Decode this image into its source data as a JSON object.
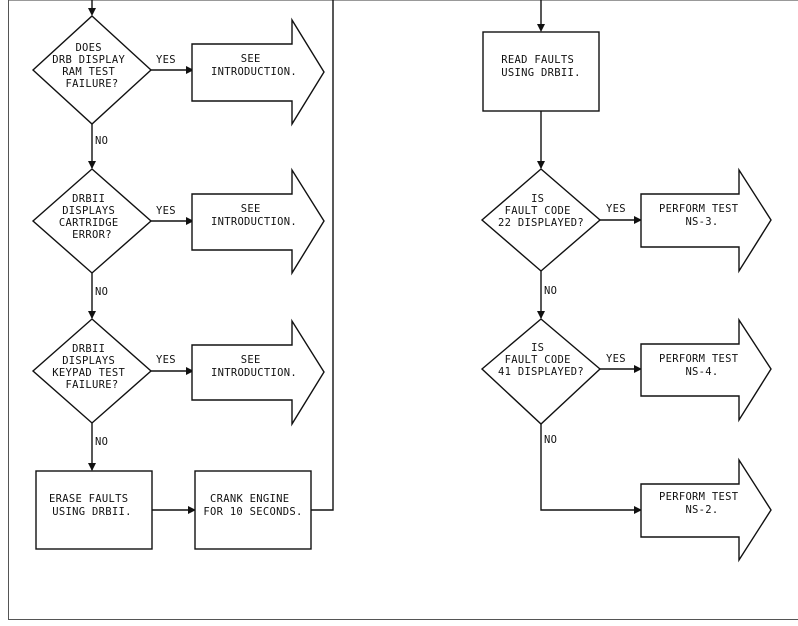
{
  "left": {
    "d1": [
      "DOES",
      "DRB DISPLAY",
      "RAM TEST",
      "FAILURE?"
    ],
    "d2": [
      "DRBII",
      "DISPLAYS",
      "CARTRIDGE",
      "ERROR?"
    ],
    "d3": [
      "DRBII",
      "DISPLAYS",
      "KEYPAD TEST",
      "FAILURE?"
    ],
    "a1": [
      "SEE",
      "INTRODUCTION."
    ],
    "a2": [
      "SEE",
      "INTRODUCTION."
    ],
    "a3": [
      "SEE",
      "INTRODUCTION."
    ],
    "box_erase": [
      "ERASE FAULTS",
      "USING DRBII."
    ],
    "box_crank": [
      "CRANK ENGINE",
      "FOR 10 SECONDS."
    ]
  },
  "right": {
    "box_read": [
      "READ FAULTS",
      "USING DRBII."
    ],
    "d1": [
      "IS",
      "FAULT CODE",
      "22 DISPLAYED?"
    ],
    "d2": [
      "IS",
      "FAULT CODE",
      "41 DISPLAYED?"
    ],
    "a1": [
      "PERFORM TEST",
      "NS-3."
    ],
    "a2": [
      "PERFORM TEST",
      "NS-4."
    ],
    "a3": [
      "PERFORM TEST",
      "NS-2."
    ]
  },
  "labels": {
    "yes": "YES",
    "no": "NO"
  }
}
